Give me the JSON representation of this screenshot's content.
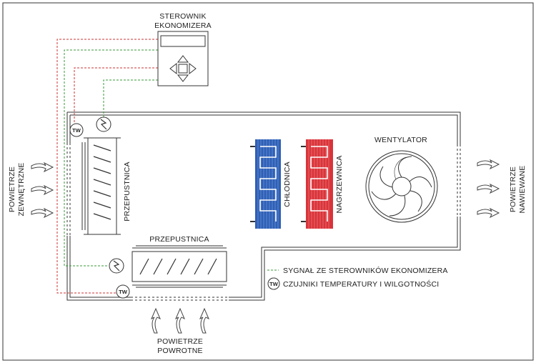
{
  "controller": {
    "title_line1": "STEROWNIK",
    "title_line2": "EKONOMIZERA"
  },
  "components": {
    "damper_left": "PRZEPUSTNICA",
    "damper_bottom": "PRZEPUSTNICA",
    "cooler": "CHŁODNICA",
    "heater": "NAGRZEWNICA",
    "fan": "WENTYLATOR"
  },
  "airflows": {
    "outdoor_line1": "POWIETRZE",
    "outdoor_line2": "ZEWNĘTRZNE",
    "supply_line1": "POWIETRZE",
    "supply_line2": "NAWIEWANE",
    "return_line1": "POWIETRZE",
    "return_line2": "POWROTNE"
  },
  "sensor_symbol": "TW",
  "legend": {
    "signal": "SYGNAŁ ZE STEROWNIKÓW EKONOMIZERA",
    "sensors": "CZUJNIKI TEMPERATURY I WILGOTNOŚCI"
  },
  "colors": {
    "signal_green": "#3a9a3a",
    "signal_red": "#cc3333",
    "cooler_blue": "#2f5fb5",
    "heater_red": "#d9343a"
  }
}
